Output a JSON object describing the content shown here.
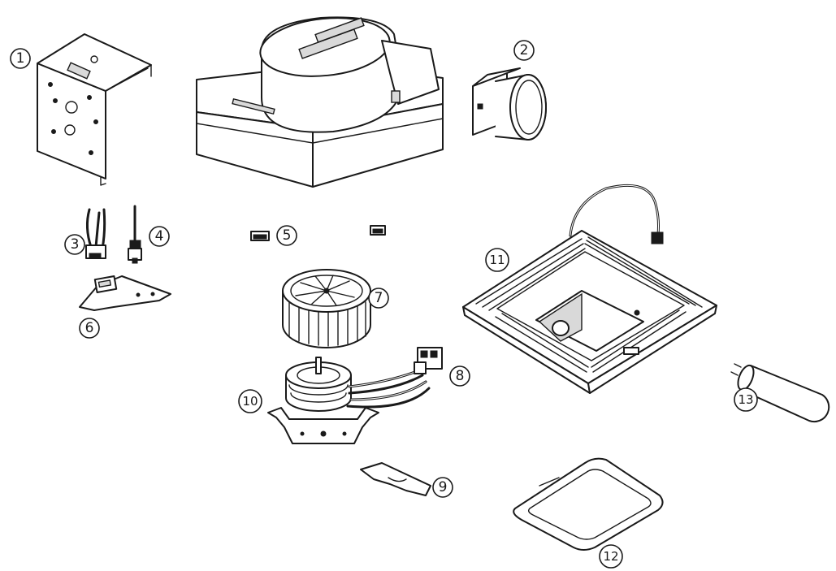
{
  "callouts": [
    "1",
    "2",
    "3",
    "4",
    "5",
    "6",
    "7",
    "8",
    "9",
    "10",
    "11",
    "12",
    "13"
  ],
  "colors": {
    "line": "#1a1a1a",
    "background": "#ffffff",
    "shade": "#d9d9d9"
  }
}
